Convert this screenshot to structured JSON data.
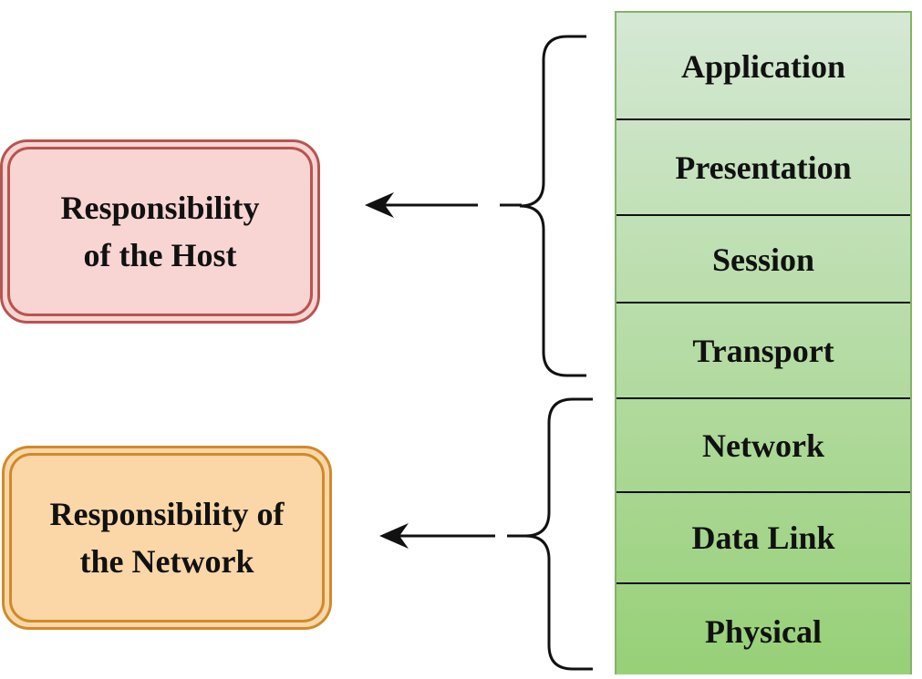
{
  "colors": {
    "host_fill": "#f8d5d3",
    "host_stroke": "#b85450",
    "network_fill": "#fbd7a8",
    "network_stroke": "#d08a2a",
    "stack_fill_top": "#d5e8d4",
    "stack_fill_bottom": "#97d077",
    "stack_stroke": "#82b366",
    "line_color": "#111111"
  },
  "boxes": {
    "host": "Responsibility\nof the Host",
    "network": "Responsibility of\nthe Network"
  },
  "layers": [
    "Application",
    "Presentation",
    "Session",
    "Transport",
    "Network",
    "Data Link",
    "Physical"
  ],
  "icons": {
    "host_arrow": "arrow-left-icon",
    "network_arrow": "arrow-left-icon",
    "host_brace": "curly-brace-icon",
    "network_brace": "curly-brace-icon"
  }
}
